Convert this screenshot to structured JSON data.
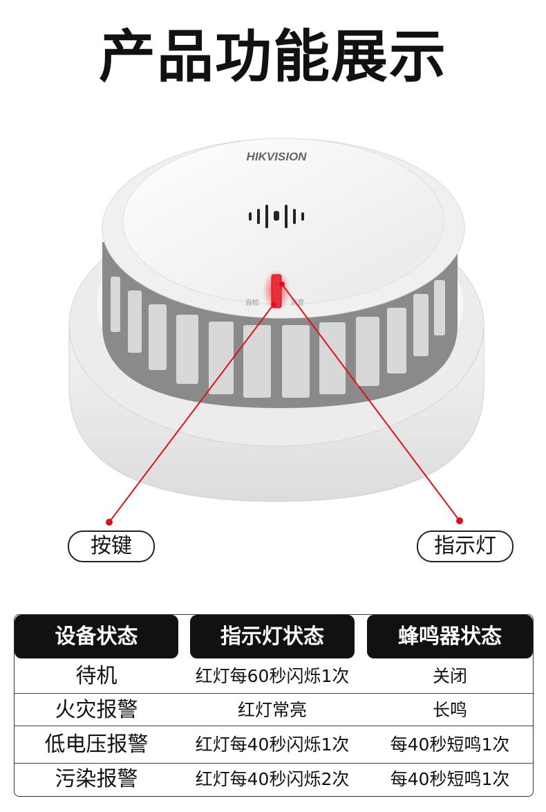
{
  "title": "产品功能展示",
  "device": {
    "brand": "HIKVISION",
    "button_label_left": "自检",
    "button_label_right": "消音"
  },
  "callouts": {
    "button": "按键",
    "indicator": "指示灯"
  },
  "colors": {
    "accent": "#e0101a",
    "header_bg": "#111111"
  },
  "table": {
    "headers": [
      "设备状态",
      "指示灯状态",
      "蜂鸣器状态"
    ],
    "rows": [
      [
        "待机",
        "红灯每60秒闪烁1次",
        "关闭"
      ],
      [
        "火灾报警",
        "红灯常亮",
        "长鸣"
      ],
      [
        "低电压报警",
        "红灯每40秒闪烁1次",
        "每40秒短鸣1次"
      ],
      [
        "污染报警",
        "红灯每40秒闪烁2次",
        "每40秒短鸣1次"
      ]
    ]
  }
}
